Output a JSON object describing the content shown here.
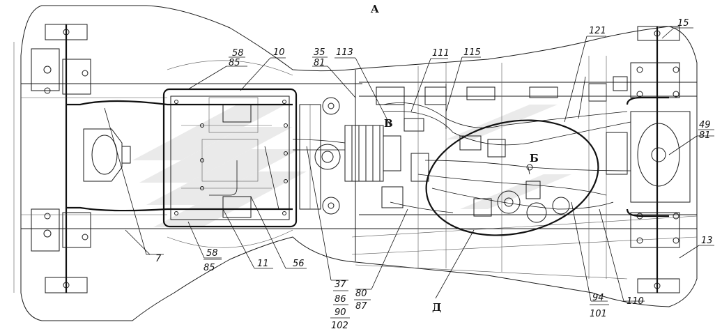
{
  "view": {
    "title": "A"
  },
  "sections": {
    "v": "В",
    "b": "Б",
    "d": "Д"
  },
  "callouts": {
    "c7": "7",
    "c10": "10",
    "c11": "11",
    "c13": "13",
    "c15": "15",
    "c35": "35",
    "c81a": "81",
    "c56": "56",
    "c58a": "58",
    "c85a": "85",
    "c58b": "58",
    "c85b": "85",
    "c37": "37",
    "c86": "86",
    "c90": "90",
    "c102": "102",
    "c80": "80",
    "c87": "87",
    "c94": "94",
    "c101": "101",
    "c110": "110",
    "c111": "111",
    "c113": "113",
    "c115": "115",
    "c121": "121",
    "c49": "49",
    "c81b": "81"
  },
  "colors": {
    "line": "#1a1a1a",
    "background": "#ffffff",
    "watermark": "#d9d9d9"
  }
}
